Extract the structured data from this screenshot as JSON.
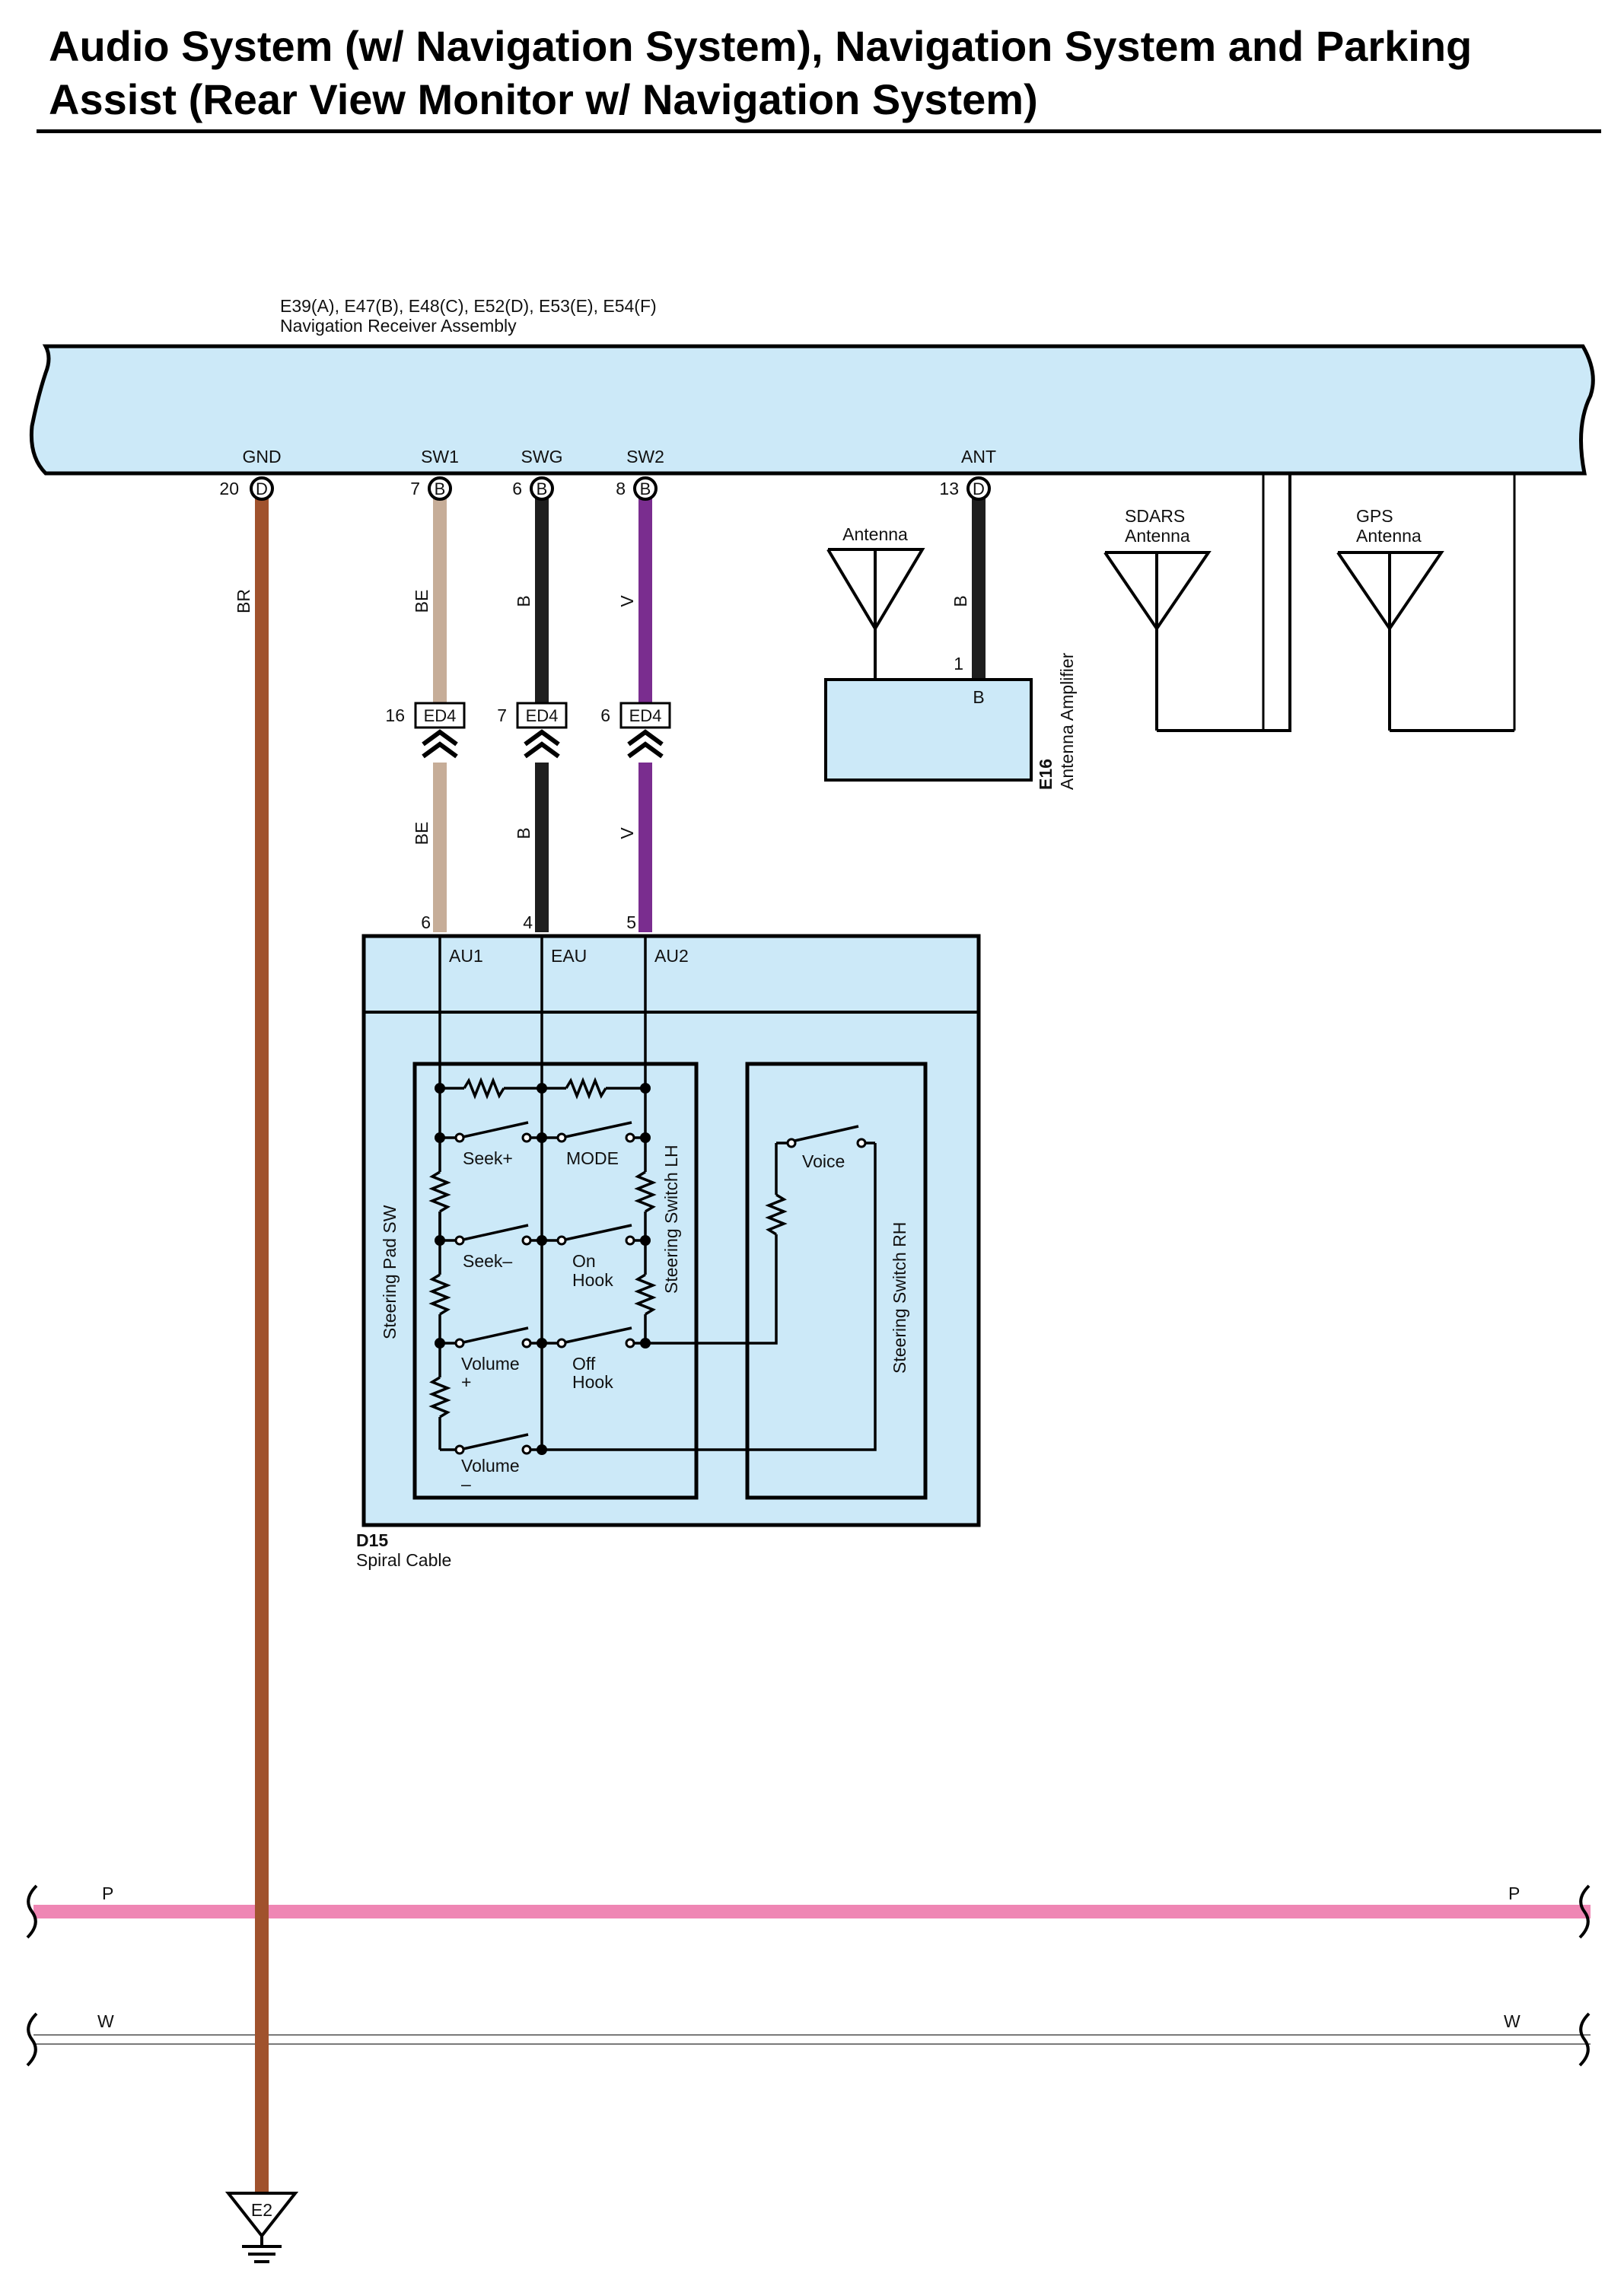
{
  "title": "Audio System (w/ Navigation System), Navigation System and Parking Assist (Rear View Monitor w/ Navigation System)",
  "colors": {
    "component_fill": "#cce9f8",
    "wire_BR": "#a0522d",
    "wire_BE": "#c6ad98",
    "wire_B": "#1e1e1e",
    "wire_V": "#7a2d8f",
    "bus_P": "#ef86b4",
    "bus_W": "#d7d7d7",
    "outline": "#000000"
  },
  "nav_receiver": {
    "connectors": "E39(A), E47(B), E48(C), E52(D), E53(E), E54(F)",
    "name": "Navigation Receiver Assembly",
    "terminals": [
      {
        "label": "GND",
        "pin": "20",
        "connector": "D",
        "wire": "BR"
      },
      {
        "label": "SW1",
        "pin": "7",
        "connector": "B",
        "wire": "BE"
      },
      {
        "label": "SWG",
        "pin": "6",
        "connector": "B",
        "wire": "B"
      },
      {
        "label": "SW2",
        "pin": "8",
        "connector": "B",
        "wire": "V"
      },
      {
        "label": "ANT",
        "pin": "13",
        "connector": "D",
        "wire": "B"
      }
    ]
  },
  "junction_ed4": {
    "code": "ED4",
    "pins": [
      "16",
      "7",
      "6"
    ]
  },
  "lower_wires": [
    "BE",
    "B",
    "V"
  ],
  "antenna": {
    "label": "Antenna",
    "amp_pin": "1",
    "amp_wire": "B",
    "amp_code": "E16",
    "amp_name": "Antenna Amplifier"
  },
  "sdars_antenna": {
    "line1": "SDARS",
    "line2": "Antenna"
  },
  "gps_antenna": {
    "line1": "GPS",
    "line2": "Antenna"
  },
  "spiral_cable": {
    "code": "D15",
    "name": "Spiral Cable",
    "pins": [
      "6",
      "4",
      "5"
    ],
    "terminals": [
      "AU1",
      "EAU",
      "AU2"
    ]
  },
  "steering_pad_sw": "Steering Pad SW",
  "steering_switch_lh": "Steering Switch LH",
  "steering_switch_rh": "Steering Switch RH",
  "switches": {
    "seek_plus": "Seek+",
    "mode": "MODE",
    "seek_minus": "Seek–",
    "on_hook": [
      "On",
      "Hook"
    ],
    "volume_plus": [
      "Volume",
      "+"
    ],
    "off_hook": [
      "Off",
      "Hook"
    ],
    "volume_minus": [
      "Volume",
      "–"
    ],
    "voice": "Voice"
  },
  "bus_p": {
    "left": "P",
    "right": "P"
  },
  "bus_w": {
    "left": "W",
    "right": "W"
  },
  "ground": "E2"
}
